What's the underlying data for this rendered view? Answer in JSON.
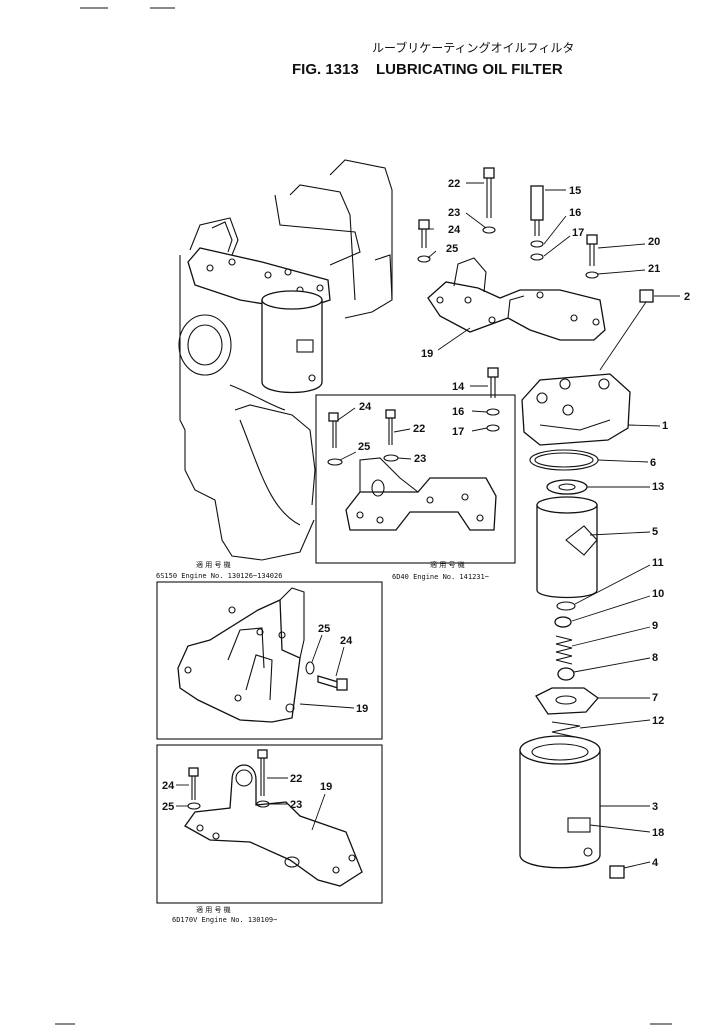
{
  "header": {
    "title_jp": "ルーブリケーティングオイルフィルタ",
    "fig_number": "FIG. 1313",
    "title_en": "LUBRICATING OIL FILTER"
  },
  "callouts": {
    "c1": "1",
    "c2": "2",
    "c3": "3",
    "c4": "4",
    "c5": "5",
    "c6": "6",
    "c7": "7",
    "c8": "8",
    "c9": "9",
    "c10": "10",
    "c11": "11",
    "c12": "12",
    "c13": "13",
    "c14": "14",
    "c15": "15",
    "c16a": "16",
    "c16b": "16",
    "c17a": "17",
    "c17b": "17",
    "c18": "18",
    "c19": "19",
    "c20": "20",
    "c21": "21",
    "c22": "22",
    "c23": "23",
    "c24": "24",
    "c25": "25"
  },
  "inset_mid": {
    "c22": "22",
    "c23": "23",
    "c24": "24",
    "c25": "25",
    "note_jp": "適 用 号 機",
    "note": "6D40 Engine No. 141231~"
  },
  "inset_left": {
    "note_jp": "適 用 号 機",
    "note": "6S150 Engine No. 130126~134026",
    "c19": "19",
    "c24": "24",
    "c25": "25"
  },
  "inset_bottom": {
    "c19": "19",
    "c22": "22",
    "c23": "23",
    "c24": "24",
    "c25": "25",
    "note_jp": "適 用 号 機",
    "note": "6D170V Engine No. 130109~"
  },
  "colors": {
    "ink": "#111111",
    "paper": "#ffffff"
  }
}
